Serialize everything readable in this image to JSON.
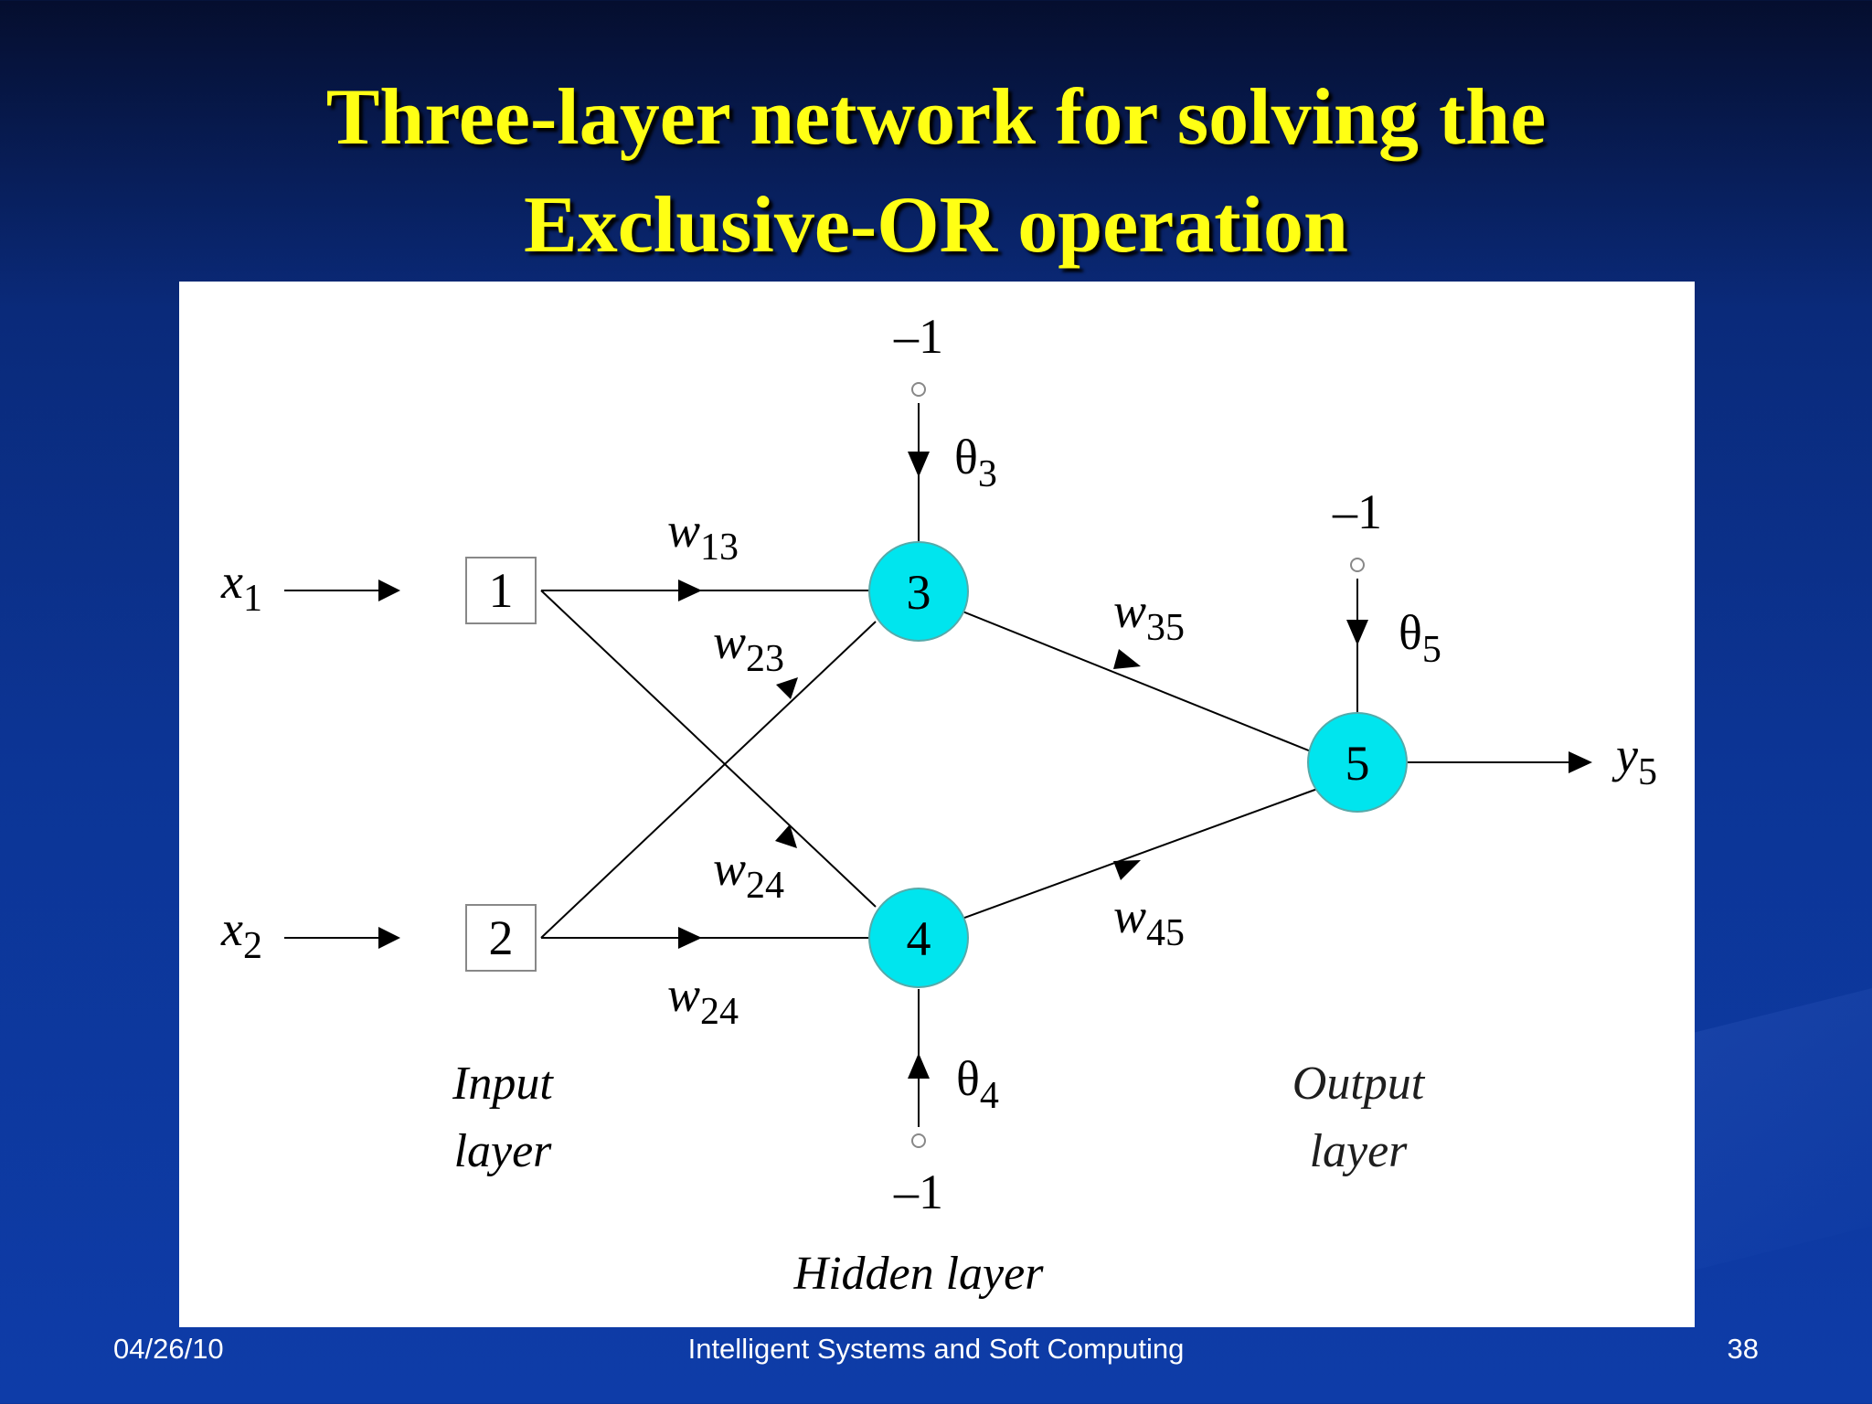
{
  "slide": {
    "title_line1": "Three-layer network for solving the",
    "title_line2": "Exclusive-OR operation",
    "footer_date": "04/26/10",
    "footer_center": "Intelligent Systems and Soft Computing",
    "footer_page": "38"
  },
  "diagram": {
    "inputs": {
      "x1_base": "x",
      "x1_sub": "1",
      "x2_base": "x",
      "x2_sub": "2"
    },
    "input_nodes": [
      "1",
      "2"
    ],
    "hidden_nodes": [
      "3",
      "4"
    ],
    "output_node": "5",
    "bias_labels": {
      "top": "–1",
      "mid": "–1",
      "bottom": "–1"
    },
    "thresholds": {
      "theta3_base": "θ",
      "theta3_sub": "3",
      "theta4_base": "θ",
      "theta4_sub": "4",
      "theta5_base": "θ",
      "theta5_sub": "5"
    },
    "weights": {
      "w13_base": "w",
      "w13_sub": "13",
      "w23_base": "w",
      "w23_sub": "23",
      "w24a_base": "w",
      "w24a_sub": "24",
      "w24b_base": "w",
      "w24b_sub": "24",
      "w35_base": "w",
      "w35_sub": "35",
      "w45_base": "w",
      "w45_sub": "45"
    },
    "output": {
      "y5_base": "y",
      "y5_sub": "5"
    },
    "layer_labels": {
      "input_line1": "Input",
      "input_line2": "layer",
      "output_line1": "Output",
      "output_line2": "layer",
      "hidden": "Hidden layer"
    },
    "colors": {
      "neuron_fill": "#00e5ee"
    }
  }
}
